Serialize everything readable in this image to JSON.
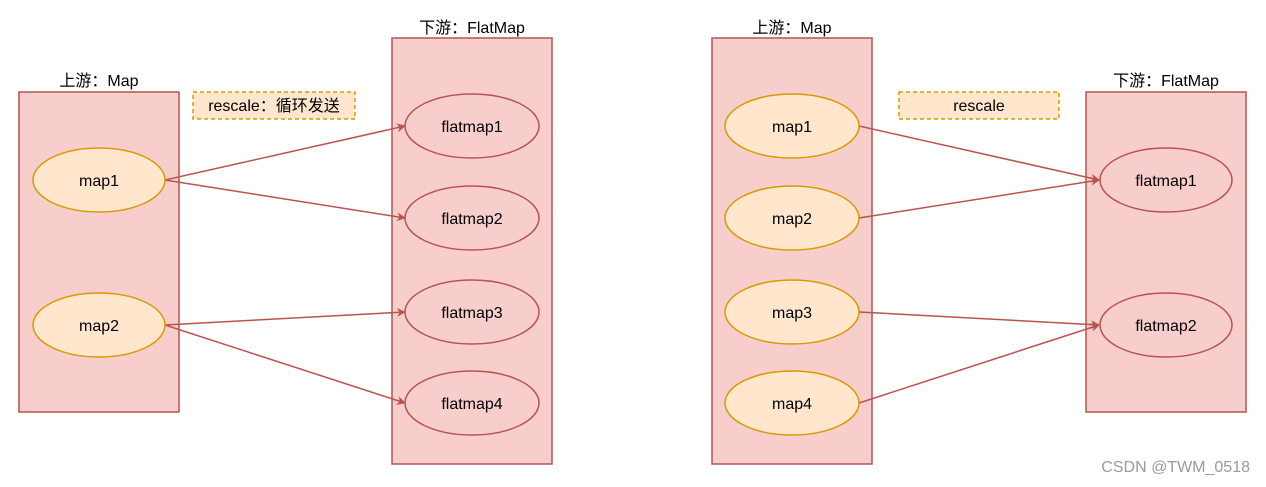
{
  "left": {
    "upstream_title": "上游：Map",
    "downstream_title": "下游：FlatMap",
    "rescale_label": "rescale：循环发送",
    "upstream_nodes": [
      "map1",
      "map2"
    ],
    "downstream_nodes": [
      "flatmap1",
      "flatmap2",
      "flatmap3",
      "flatmap4"
    ]
  },
  "right": {
    "upstream_title": "上游：Map",
    "downstream_title": "下游：FlatMap",
    "rescale_label": "rescale",
    "upstream_nodes": [
      "map1",
      "map2",
      "map3",
      "map4"
    ],
    "downstream_nodes": [
      "flatmap1",
      "flatmap2"
    ]
  },
  "colors": {
    "container_fill": "#f8cecc",
    "container_stroke": "#b85450",
    "upstream_fill": "#ffe6cc",
    "upstream_stroke": "#d79b00",
    "edge": "#b85450"
  },
  "watermark": "CSDN @TWM_0518"
}
